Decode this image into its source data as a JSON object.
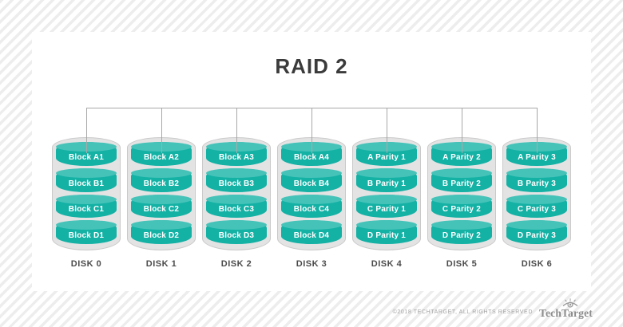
{
  "title": "RAID 2",
  "disks": [
    {
      "label": "DISK 0",
      "blocks": [
        "Block A1",
        "Block B1",
        "Block C1",
        "Block D1"
      ]
    },
    {
      "label": "DISK 1",
      "blocks": [
        "Block A2",
        "Block B2",
        "Block C2",
        "Block D2"
      ]
    },
    {
      "label": "DISK 2",
      "blocks": [
        "Block A3",
        "Block B3",
        "Block C3",
        "Block D3"
      ]
    },
    {
      "label": "DISK 3",
      "blocks": [
        "Block A4",
        "Block B4",
        "Block C4",
        "Block D4"
      ]
    },
    {
      "label": "DISK 4",
      "blocks": [
        "A Parity 1",
        "B Parity 1",
        "C Parity 1",
        "D Parity 1"
      ]
    },
    {
      "label": "DISK 5",
      "blocks": [
        "A Parity 2",
        "B Parity 2",
        "C Parity 2",
        "D Parity 2"
      ]
    },
    {
      "label": "DISK 6",
      "blocks": [
        "A Parity 3",
        "B Parity 3",
        "C Parity 3",
        "D Parity 3"
      ]
    }
  ],
  "footer": {
    "copyright": "©2018 TECHTARGET, ALL RIGHTS RESERVED",
    "brand": "TechTarget"
  },
  "colors": {
    "teal_body": "#14b1a5",
    "teal_cap": "#46c3b9",
    "disk_shell": "#e3e3e3",
    "disk_shell_border": "#c9c9c9",
    "connector_line": "#a8a8a8",
    "title_text": "#3b3b3b",
    "disk_label_text": "#4b4b4b",
    "block_text": "#ffffff",
    "footer_text": "#a5a5a5",
    "logo_gray": "#8d8d8d",
    "background_stripe": "#ededed"
  }
}
